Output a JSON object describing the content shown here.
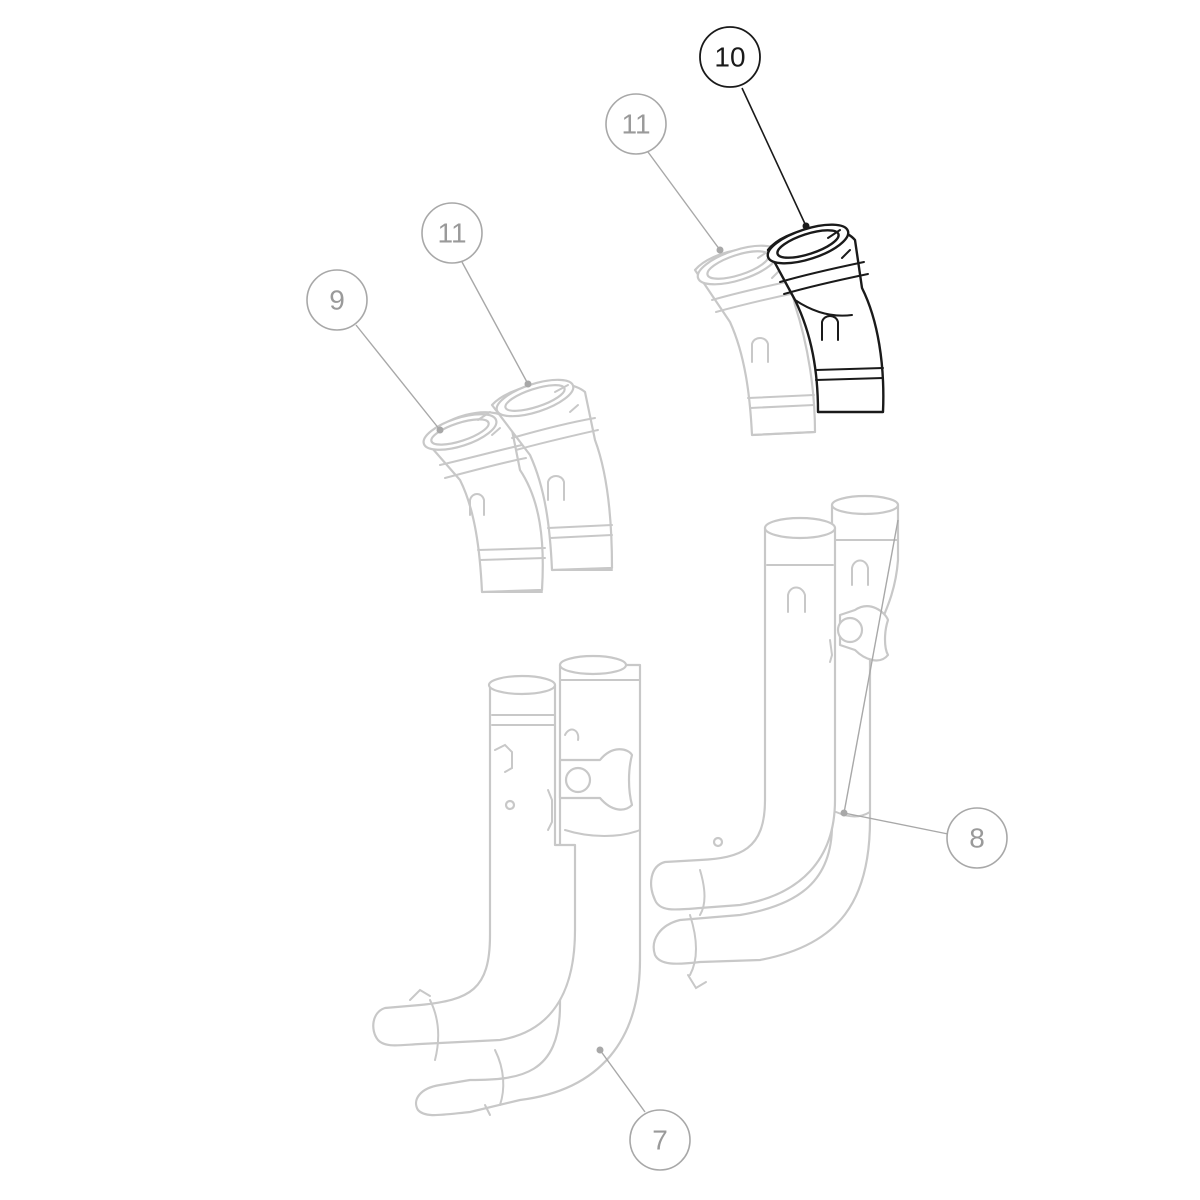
{
  "callouts": {
    "c10": {
      "label": "10",
      "highlighted": true
    },
    "c11a": {
      "label": "11",
      "highlighted": false
    },
    "c11b": {
      "label": "11",
      "highlighted": false
    },
    "c9": {
      "label": "9",
      "highlighted": false
    },
    "c8": {
      "label": "8",
      "highlighted": false
    },
    "c7": {
      "label": "7",
      "highlighted": false
    }
  },
  "colors": {
    "highlight": "#1a1a1a",
    "ghost": "#c8c8c8",
    "callout_ghost": "#a8a8a8",
    "background": "#ffffff"
  }
}
